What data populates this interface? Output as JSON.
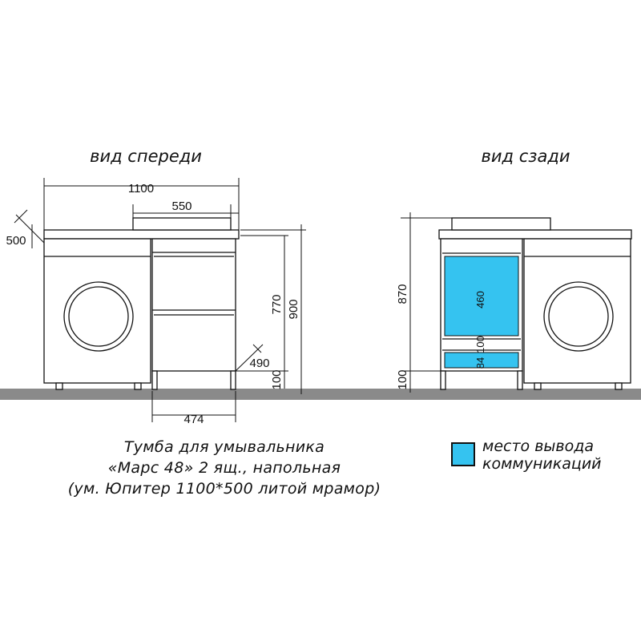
{
  "views": {
    "front_label": "вид спереди",
    "back_label": "вид сзади"
  },
  "dimensions": {
    "width_total": "1100",
    "width_sink": "550",
    "depth": "500",
    "height_cabinet": "770",
    "height_total": "900",
    "depth_cabinet": "490",
    "leg_height_front": "100",
    "width_cabinet": "474",
    "height_back": "870",
    "comm_height": "460",
    "comm_low": "84",
    "comm_gap": "100",
    "leg_height_back": "100"
  },
  "caption": {
    "line1": "Тумба для умывальника",
    "line2": "«Марс 48» 2 ящ., напольная",
    "line3": "(ум. Юпитер 1100*500 литой мрамор)"
  },
  "legend": {
    "line1": "место вывода",
    "line2": "коммуникаций"
  },
  "colors": {
    "communications": "#35C3F0",
    "floor": "#8a8a8a",
    "line": "#111111"
  }
}
